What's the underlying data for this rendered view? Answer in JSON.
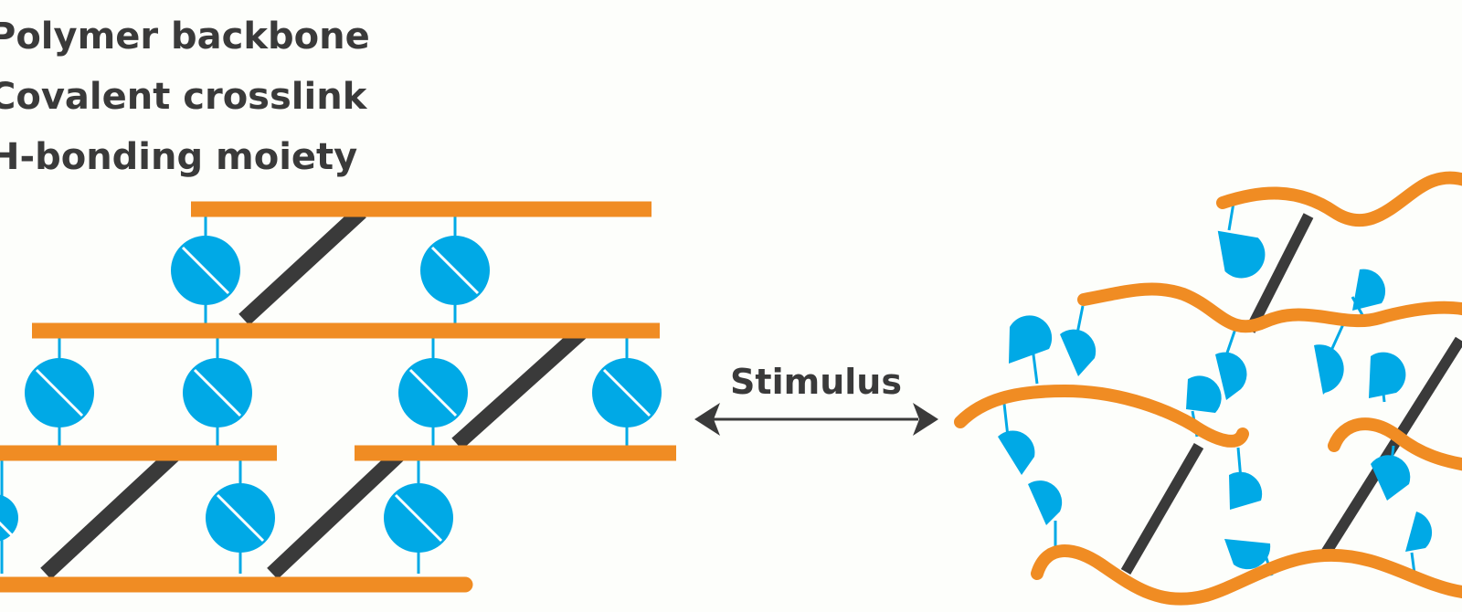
{
  "legend": {
    "backbone": "Polymer backbone",
    "crosslink": "Covalent crosslink",
    "hbond": "H-bonding moiety"
  },
  "arrow": {
    "label": "Stimulus"
  },
  "colors": {
    "backbone": "#f08c23",
    "crosslink": "#3a3a3a",
    "hbond": "#00a9e6",
    "text": "#3a3a3a",
    "background": "#fdfefb"
  }
}
